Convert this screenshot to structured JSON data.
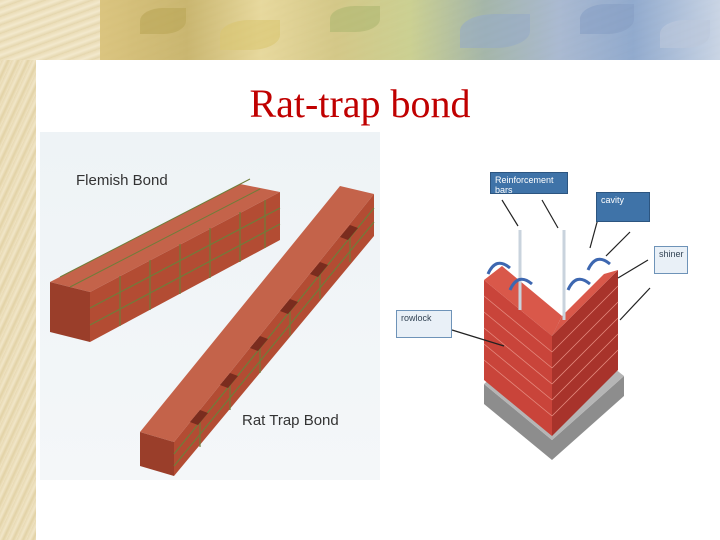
{
  "slide": {
    "title": "Rat-trap bond"
  },
  "left_figure": {
    "label_flemish": "Flemish Bond",
    "label_rattrap": "Rat Trap Bond"
  },
  "right_figure": {
    "callout_reinforcement": "Reinforcement bars",
    "callout_cavity": "cavity",
    "callout_shiner": "shiner",
    "callout_rowlock": "rowlock"
  },
  "colors": {
    "title": "#c00000",
    "brick": "#b84a32",
    "mortar": "#6f7d3a",
    "callout": "#3f73a8"
  }
}
